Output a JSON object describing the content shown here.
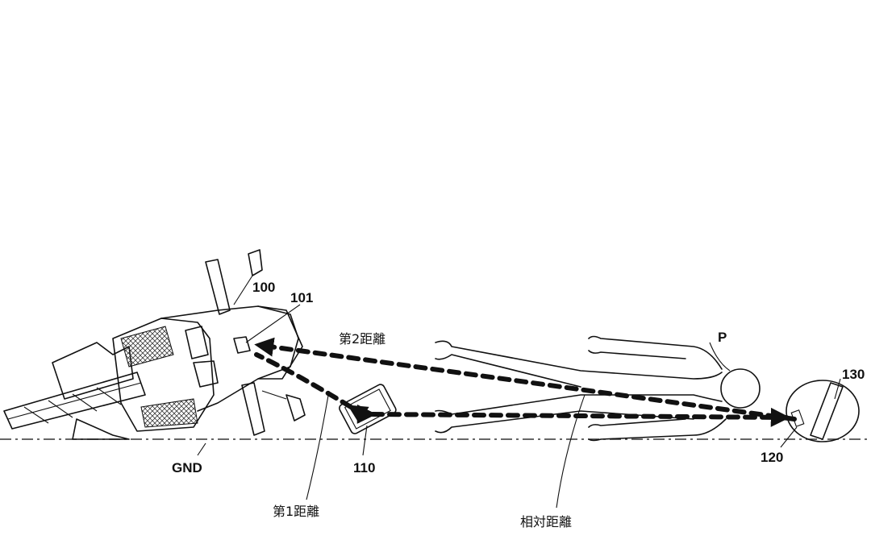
{
  "labels": {
    "motorcycle": "100",
    "motorcycle_sensor": "101",
    "second_distance": "第2距離",
    "person": "P",
    "helmet": "130",
    "phone": "110",
    "helmet_sensor": "120",
    "ground": "GND",
    "first_distance": "第1距離",
    "relative_distance": "相対距離"
  }
}
